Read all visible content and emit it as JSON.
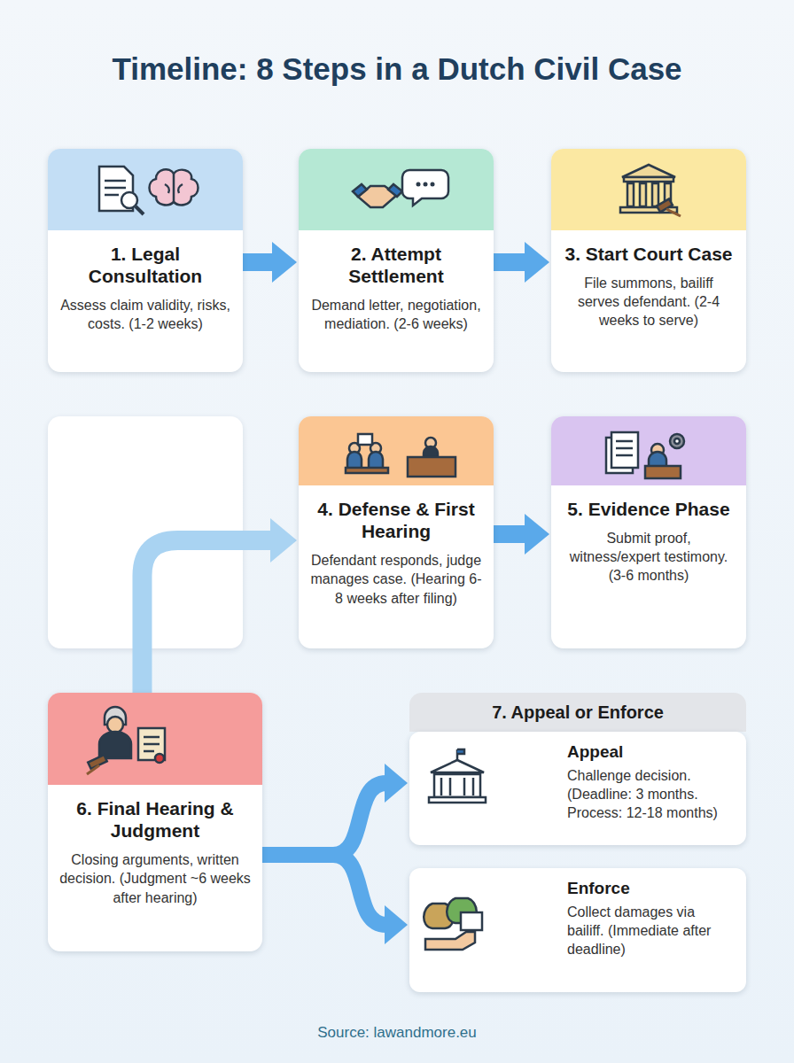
{
  "diagram": {
    "title": "Timeline: 8 Steps in a Dutch Civil Case",
    "nodes": [
      {
        "text": [
          "1. Legal Consultation",
          "Assess claim validity, risks, costs. (1-2 weeks)"
        ]
      },
      {
        "text": [
          "2. Attempt Settlement",
          "Demand letter, negotiation, mediation. (2-6 weeks)"
        ]
      },
      {
        "text": [
          "3. Start Court Case",
          "File summons, bailiff serves defendant. (2-4 weeks to serve)"
        ]
      },
      {
        "text": [
          "4. Defense & First Hearing",
          "Defendant responds, judge manages case. (Hearing 6-8 weeks after filing)"
        ]
      },
      {
        "text": [
          "5. Evidence Phase",
          "Submit proof, witness/expert testimony. (3-6 months)"
        ]
      },
      {
        "text": [
          "6. Final Hearing & Judgment",
          "Closing arguments, written decision. (Judgment ~6 weeks after hearing)"
        ]
      },
      {
        "text": [
          "7. Appeal or Enforce"
        ]
      },
      {
        "text": [
          "Appeal",
          "Challenge decision. (Deadline: 3 months. Process: 12-18 months)"
        ],
        "in": 6
      },
      {
        "text": [
          "Enforce",
          "Collect damages via bailiff. (Immediate after deadline)"
        ],
        "in": 6
      }
    ],
    "edges": [
      {
        "from": 0,
        "to": 1,
        "arrow": "to"
      },
      {
        "from": 1,
        "to": 2,
        "arrow": "to"
      },
      {
        "from": 3,
        "to": 4,
        "arrow": "to"
      },
      {
        "from": 5,
        "to": 3,
        "arrow": "to"
      },
      {
        "from": 5,
        "to": 7,
        "arrow": "to"
      },
      {
        "from": 5,
        "to": 8,
        "arrow": "to"
      }
    ],
    "labels": [
      "Source: lawandmore.eu"
    ]
  }
}
